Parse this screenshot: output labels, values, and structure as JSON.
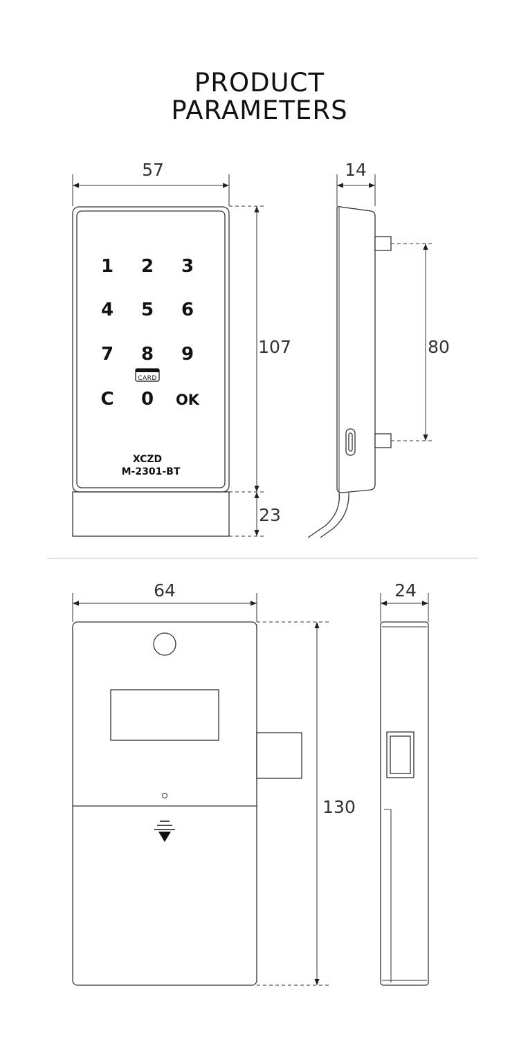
{
  "title_line1": "PRODUCT",
  "title_line2": "PARAMETERS",
  "keypad_view": {
    "width_label": "57",
    "height_label": "107",
    "base_label": "23",
    "keys": [
      "1",
      "2",
      "3",
      "4",
      "5",
      "6",
      "7",
      "8",
      "9",
      "C",
      "0",
      "OK"
    ],
    "card_label": "CARD",
    "brand": "XCZD",
    "model": "M-2301-BT"
  },
  "keypad_side_view": {
    "depth_label": "14",
    "pin_spacing_label": "80"
  },
  "lock_view": {
    "width_label": "64",
    "height_label": "130"
  },
  "lock_side_view": {
    "depth_label": "24"
  }
}
